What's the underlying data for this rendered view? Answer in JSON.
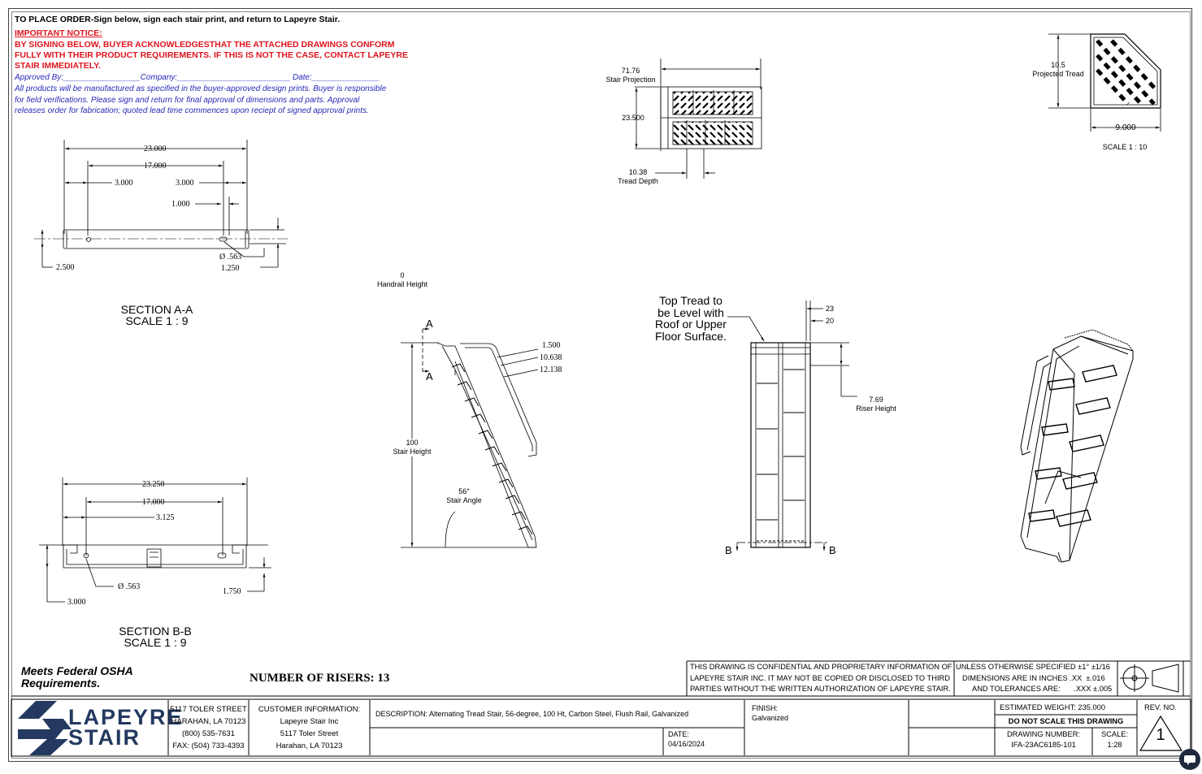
{
  "notice": {
    "order_line": "TO PLACE ORDER-Sign below, sign each stair print, and return to Lapeyre Stair.",
    "important": "IMPORTANT NOTICE:",
    "red_1": "BY SIGNING BELOW, BUYER ACKNOWLEDGESTHAT THE ATTACHED DRAWINGS CONFORM",
    "red_2": "FULLY WITH THEIR PRODUCT REQUIREMENTS. IF THIS IS NOT THE CASE, CONTACT LAPEYRE",
    "red_3": "STAIR IMMEDIATELY.",
    "approved_line": "Approved By:_________________Company:_________________________ Date:_______________",
    "blue_1": "All products will be manufactured as specified in the buyer-approved design prints. Buyer is responsible",
    "blue_2": "for field verifications. Please sign and return for final approval of dimensions and parts. Approval",
    "blue_3": "releases order for fabrication; quoted lead time commences upon reciept of signed approval prints."
  },
  "section_a": {
    "dims": {
      "overall": "23.000",
      "inner": "17.000",
      "left": "3.000",
      "right": "3.000",
      "small": "1.000",
      "hole": "Ø .563",
      "height": "1.250",
      "offset": "2.500"
    },
    "title": "SECTION A-A",
    "scale": "SCALE 1 : 9"
  },
  "section_b": {
    "dims": {
      "overall": "23.250",
      "inner": "17.000",
      "mid": "3.125",
      "hole": "Ø .563",
      "height": "1.750",
      "offset": "3.000"
    },
    "title": "SECTION B-B",
    "scale": "SCALE 1 : 9"
  },
  "top_view": {
    "projection_value": "71.76",
    "projection_label": "Stair Projection",
    "width": "23.500",
    "depth_value": "10.38",
    "depth_label": "Tread Depth"
  },
  "tread_detail": {
    "projected_value": "10.5",
    "projected_label": "Projected Tread",
    "width": "9.000",
    "scale": "SCALE 1 : 10"
  },
  "side_view": {
    "handrail_value": "0",
    "handrail_label": "Handrail Height",
    "section_a_mark": "A",
    "rail_1": "1.500",
    "rail_2": "10.638",
    "rail_3": "12.138",
    "height_value": "100",
    "height_label": "Stair Height",
    "angle_value": "56°",
    "angle_label": "Stair Angle"
  },
  "front_view": {
    "note_1": "Top Tread to",
    "note_2": "be Level with",
    "note_3": "Roof or Upper",
    "note_4": "Floor Surface.",
    "dim_23": "23",
    "dim_20": "20",
    "riser_value": "7.69",
    "riser_label": "Riser Height",
    "section_b_mark": "B"
  },
  "osha": {
    "line1": "Meets Federal OSHA",
    "line2": "Requirements."
  },
  "risers": "NUMBER OF RISERS: 13",
  "confidential": {
    "line1": "THIS DRAWING IS CONFIDENTIAL AND PROPRIETARY INFORMATION OF",
    "line2": "LAPEYRE STAIR INC. IT MAY NOT BE COPIED OR DISCLOSED TO THIRD",
    "line3": "PARTIES WITHOUT THE WRITTEN AUTHORIZATION OF LAPEYRE STAIR."
  },
  "tolerances": {
    "line1": "UNLESS OTHERWISE SPECIFIED",
    "line1_val": "±1° ±1/16",
    "line2": "DIMENSIONS ARE IN INCHES",
    "line2_val": ".XX  ±.016",
    "line3": "AND TOLERANCES ARE:",
    "line3_val": ".XXX ±.005"
  },
  "title_block": {
    "logo_line1": "LAPEYRE",
    "logo_line2": "STAIR",
    "address_1": "5117 TOLER STREET",
    "address_2": "HARAHAN, LA 70123",
    "address_3": "(800) 535-7631",
    "address_4": "FAX: (504) 733-4393",
    "customer_title": "CUSTOMER INFORMATION:",
    "customer_1": "Lapeyre Stair Inc",
    "customer_2": "5117 Toler Street",
    "customer_3": "Harahan, LA 70123",
    "description": "DESCRIPTION: Alternating Tread Stair, 56-degree, 100 Ht, Carbon Steel, Flush Rail, Galvanized",
    "date_label": "DATE:",
    "date_value": "04/16/2024",
    "finish_label": "FINISH:",
    "finish_value": "Galvanized",
    "weight": "ESTIMATED WEIGHT: 235.000",
    "do_not_scale": "DO NOT SCALE THIS DRAWING",
    "drawing_label": "DRAWING NUMBER:",
    "drawing_value": "IFA-23AC6185-101",
    "scale_label": "SCALE:",
    "scale_value": "1:28",
    "rev_label": "REV. NO.",
    "rev_value": "1"
  },
  "colors": {
    "red": "#e0141e",
    "blue": "#2828b8",
    "logo": "#23395f"
  },
  "chat_button": "chat-bubble-icon"
}
